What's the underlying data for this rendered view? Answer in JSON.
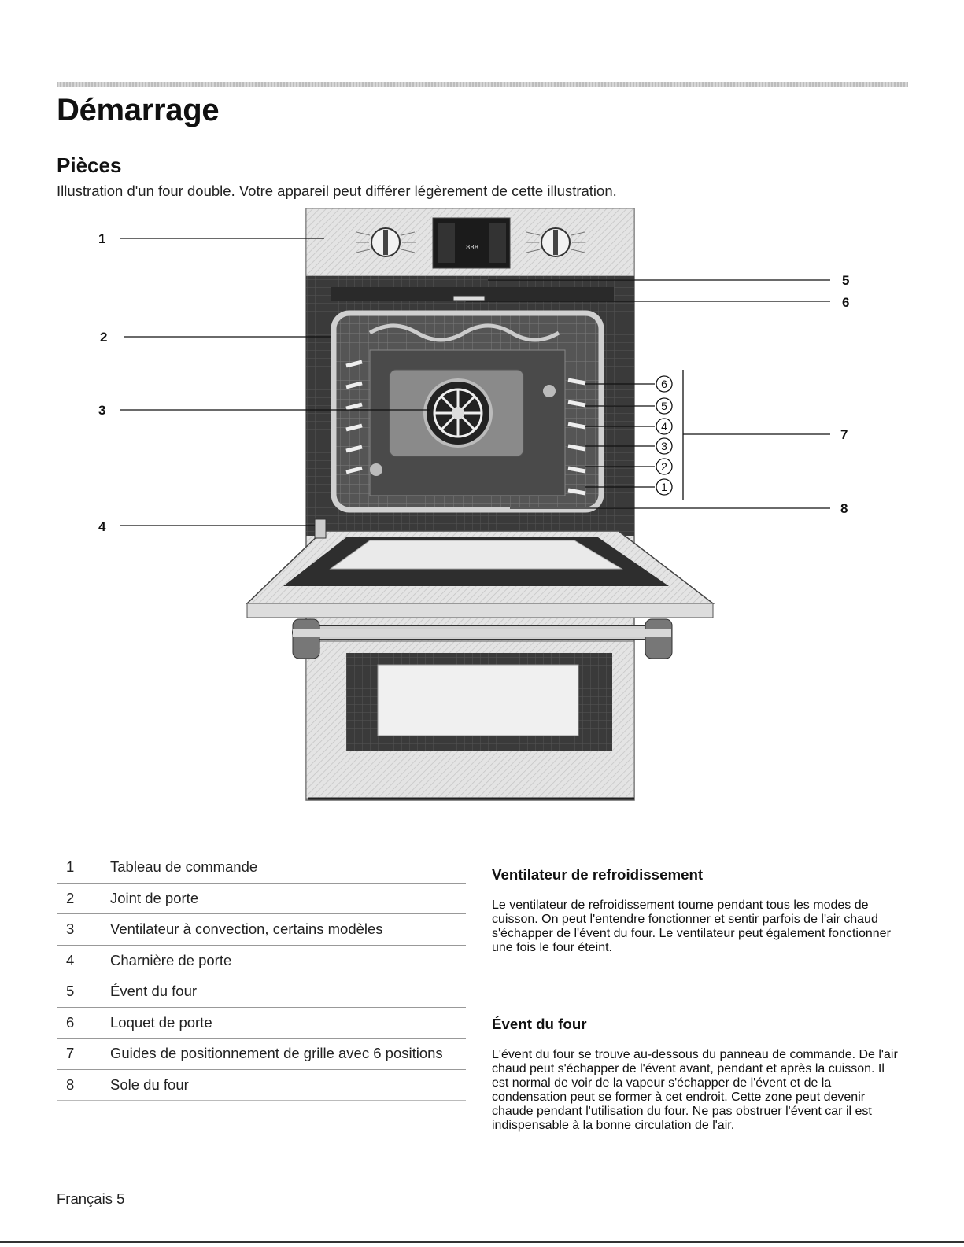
{
  "page": {
    "title": "Démarrage",
    "section_title": "Pièces",
    "intro": "Illustration d'un four double. Votre appareil peut différer légèrement de cette illustration.",
    "footer": "Français 5"
  },
  "figure": {
    "callouts": [
      "1",
      "2",
      "3",
      "4",
      "5",
      "6",
      "7",
      "8"
    ],
    "rack_positions": [
      "6",
      "5",
      "4",
      "3",
      "2",
      "1"
    ],
    "display_readout": "888"
  },
  "legend": [
    {
      "num": "1",
      "label": "Tableau de commande"
    },
    {
      "num": "2",
      "label": "Joint de porte"
    },
    {
      "num": "3",
      "label": "Ventilateur à convection, certains modèles"
    },
    {
      "num": "4",
      "label": "Charnière de porte"
    },
    {
      "num": "5",
      "label": "Évent du four"
    },
    {
      "num": "6",
      "label": "Loquet de porte"
    },
    {
      "num": "7",
      "label": "Guides de positionnement de grille avec 6 positions"
    },
    {
      "num": "8",
      "label": "Sole du four"
    }
  ],
  "sections": {
    "fan": {
      "title": "Ventilateur de refroidissement",
      "text": "Le ventilateur de refroidissement tourne pendant tous les modes de cuisson. On peut l'entendre fonctionner et sentir parfois de l'air chaud s'échapper de l'évent du four. Le ventilateur peut également fonctionner une fois le four éteint."
    },
    "vent": {
      "title": "Évent du four",
      "text": "L'évent du four se trouve au-dessous du panneau de commande. De l'air chaud peut s'échapper de l'évent avant, pendant et après la cuisson. Il est normal de voir de la vapeur s'échapper de l'évent et de la condensation peut se former à cet endroit. Cette zone peut devenir chaude pendant l'utilisation du four. Ne pas obstruer l'évent car il est indispensable à la bonne circulation de l'air."
    }
  }
}
